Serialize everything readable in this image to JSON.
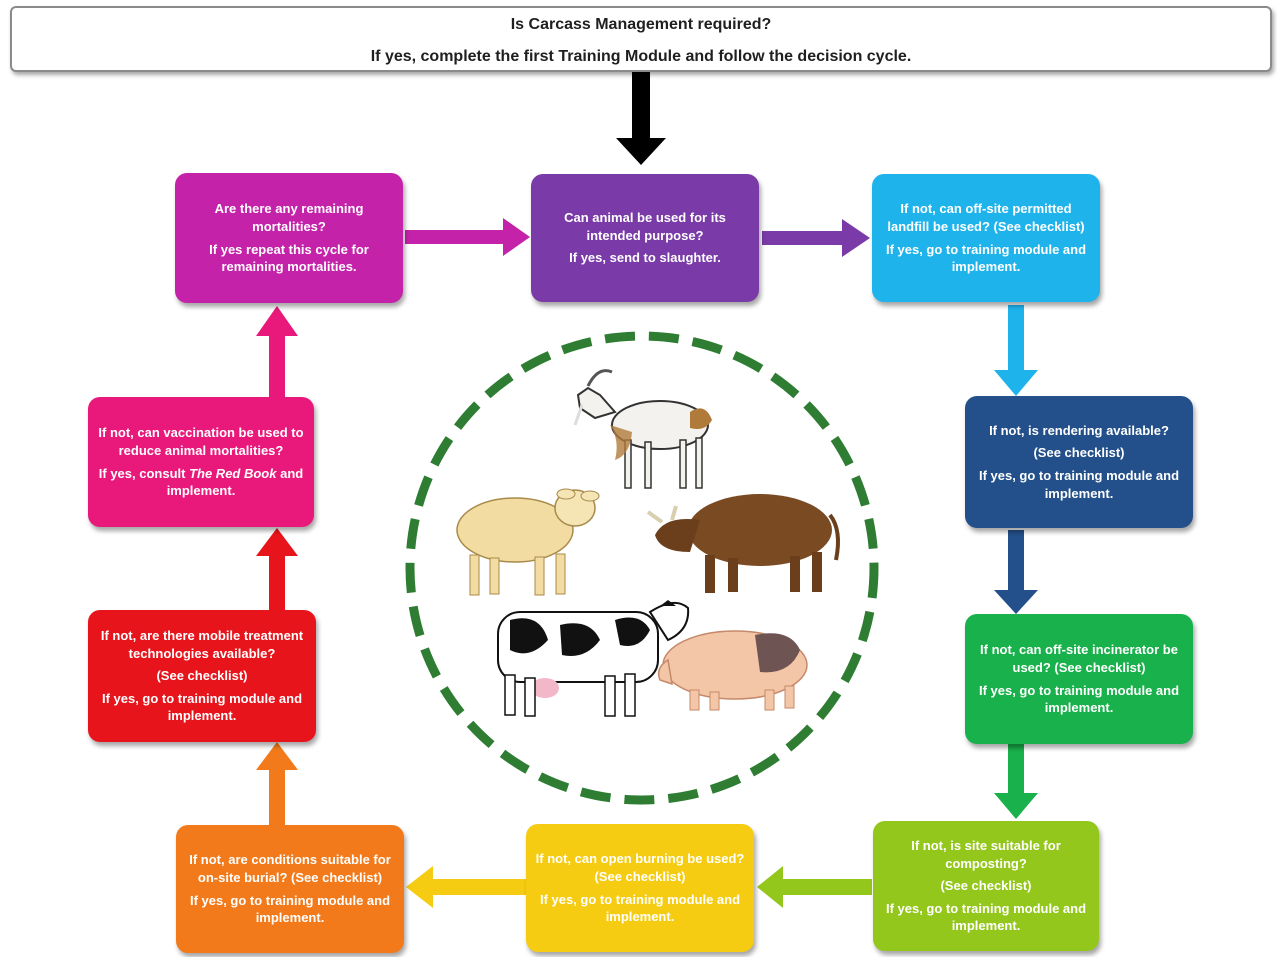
{
  "header": {
    "line1": "Is Carcass Management  required?",
    "line2": "If yes,  complete the first  Training Module and follow the decision cycle."
  },
  "steps": {
    "intended_purpose": {
      "question": "Can animal be used for its intended purpose?",
      "answer": "If yes, send to slaughter.",
      "color": "#7a3ba8"
    },
    "landfill": {
      "question": "If not, can off-site permitted landfill be used?  (See checklist)",
      "answer": "If yes, go to training module and implement.",
      "color": "#1fb3ec"
    },
    "rendering": {
      "question": "If not, is rendering available?",
      "checklist": "(See checklist)",
      "answer": "If yes, go to training module and implement.",
      "color": "#23508a"
    },
    "incinerator": {
      "question": "If not, can off-site incinerator be used? (See checklist)",
      "answer": "If yes, go to training module and implement.",
      "color": "#19b14b"
    },
    "composting": {
      "question": "If not, is site suitable for composting?",
      "checklist": "(See checklist)",
      "answer": "If yes, go to training module and implement.",
      "color": "#94c71c"
    },
    "open_burning": {
      "question": "If not, can open burning be used? (See checklist)",
      "answer": "If yes, go to training module and implement.",
      "color": "#f5cc12"
    },
    "burial": {
      "question": "If not, are conditions suitable for on-site burial? (See checklist)",
      "answer": "If yes, go to training module and implement.",
      "color": "#f27a1a"
    },
    "mobile_treatment": {
      "question": "If not, are there mobile treatment technologies available?",
      "checklist": "(See checklist)",
      "answer": "If yes, go to training module and implement.",
      "color": "#e8141c"
    },
    "vaccination": {
      "question": "If not, can vaccination be used to reduce animal mortalities?",
      "answer_prefix": "If yes, consult ",
      "answer_book": "The Red Book",
      "answer_suffix": " and implement.",
      "color": "#e8197a"
    },
    "remaining": {
      "question": "Are there any remaining mortalities?",
      "answer": "If yes repeat this cycle for remaining mortalities.",
      "color": "#c522aa"
    }
  },
  "center": {
    "ring_color": "#2e7d32",
    "animals": [
      "goat-illustration",
      "sheep-illustration",
      "bull-illustration",
      "cow-illustration",
      "pig-illustration"
    ]
  }
}
